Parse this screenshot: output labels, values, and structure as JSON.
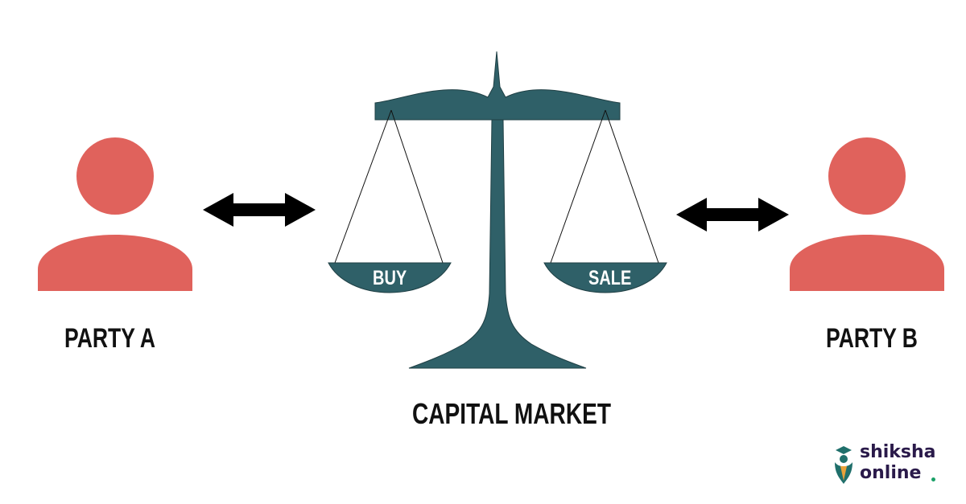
{
  "diagram": {
    "party_a": {
      "label": "PARTY A"
    },
    "party_b": {
      "label": "PARTY B"
    },
    "market": {
      "label": "CAPITAL MARKET"
    },
    "pans": {
      "left": "BUY",
      "right": "SALE"
    },
    "arrows": [
      "bidirectional",
      "bidirectional"
    ]
  },
  "brand": {
    "line1": "shiksha",
    "line2": "online"
  },
  "colors": {
    "person": "#e0625c",
    "scale": "#2f6068",
    "arrow": "#000000",
    "text": "#111111",
    "brand_text": "#2a1a4a",
    "brand_accent": "#1aa067",
    "brand_logo": "#1f6f6b"
  },
  "icons": {
    "person_left": "user-icon",
    "person_right": "user-icon",
    "scale": "balance-scale-icon",
    "arrow_left": "double-arrow-icon",
    "arrow_right": "double-arrow-icon",
    "brand_logo": "graduate-logo-icon"
  }
}
